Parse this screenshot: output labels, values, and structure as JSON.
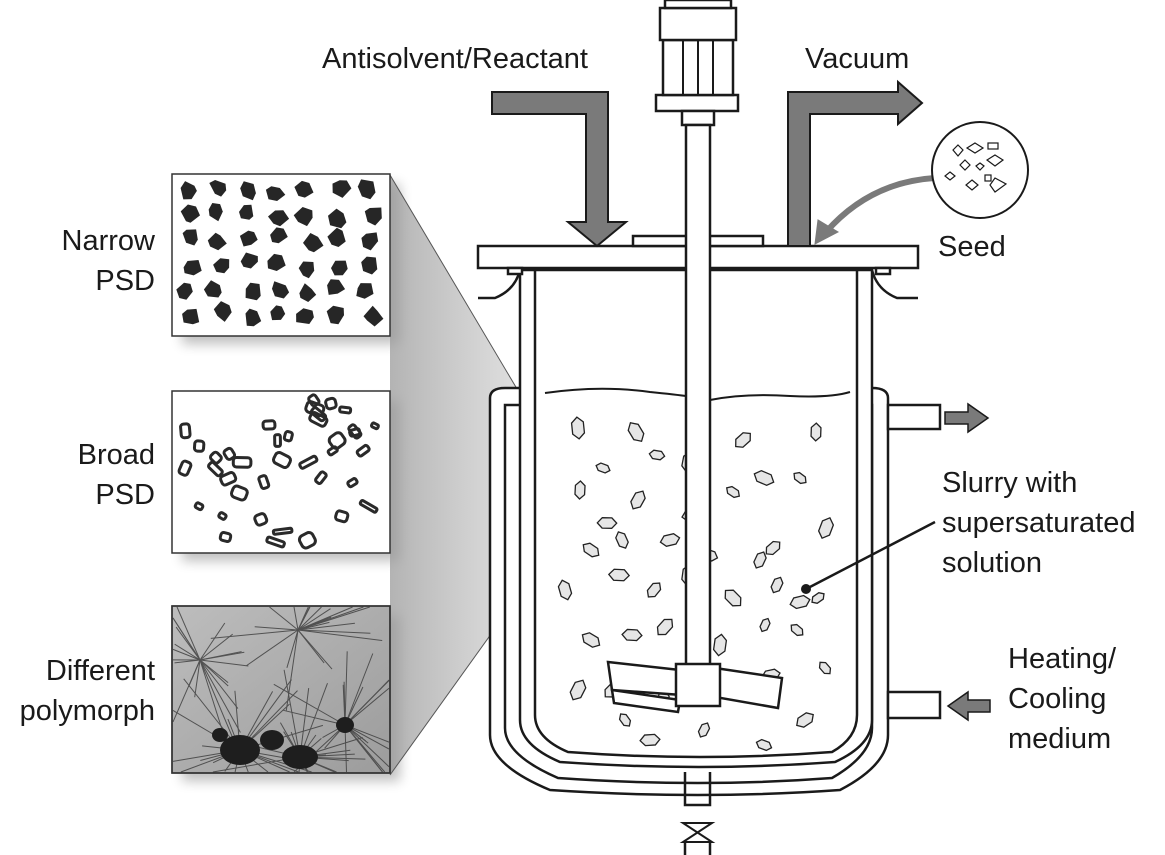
{
  "labels": {
    "antisolvent": "Antisolvent/Reactant",
    "vacuum": "Vacuum",
    "seed": "Seed",
    "slurry": [
      "Slurry with",
      "supersaturated",
      "solution"
    ],
    "heating": [
      "Heating/",
      "Cooling",
      "medium"
    ],
    "narrow": [
      "Narrow",
      "PSD"
    ],
    "broad": [
      "Broad",
      "PSD"
    ],
    "polymorph": [
      "Different",
      "polymorph"
    ]
  },
  "colors": {
    "arrow": "#7a7a7a",
    "outline": "#1a1a1a",
    "crystal_fill": "#e6e6e6",
    "particle_dark": "#262626"
  }
}
